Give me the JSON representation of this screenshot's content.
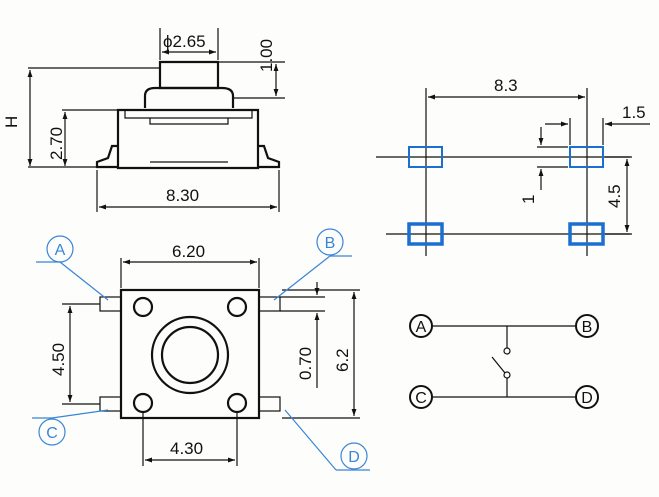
{
  "colors": {
    "ink": "#111111",
    "pad_blue": "#1a6fd1",
    "callout_blue": "#3a86d6",
    "background": "#fdfdfb"
  },
  "side_view": {
    "button_diameter": "ϕ2.65",
    "button_height": "1.00",
    "body_height": "2.70",
    "total_height": "H",
    "width": "8.30"
  },
  "footprint": {
    "pad_pitch_x": "8.3",
    "pad_width": "1.5",
    "pad_height": "1",
    "pad_pitch_y": "4.5"
  },
  "top_view": {
    "body_width": "6.20",
    "pin_pitch_y": "4.50",
    "pin_width": "0.70",
    "pin_span": "6.2",
    "hole_pitch_x": "4.30",
    "pins": [
      "A",
      "B",
      "C",
      "D"
    ]
  },
  "schematic": {
    "terminals": [
      "A",
      "B",
      "C",
      "D"
    ]
  }
}
